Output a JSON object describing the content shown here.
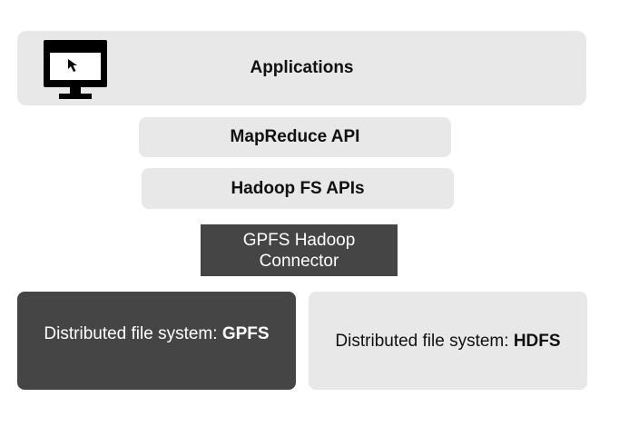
{
  "applications": {
    "label": "Applications",
    "icon": "monitor-cursor-icon"
  },
  "mapreduce": {
    "label": "MapReduce API"
  },
  "hadoop_fs": {
    "label": "Hadoop FS APIs"
  },
  "connector": {
    "line1": "GPFS Hadoop",
    "line2": "Connector"
  },
  "gpfs": {
    "prefix": "Distributed file system: ",
    "name": "GPFS"
  },
  "hdfs": {
    "prefix": "Distributed file system: ",
    "name": "HDFS"
  },
  "colors": {
    "light_box": "#e8e8e8",
    "dark_box": "#454545"
  }
}
